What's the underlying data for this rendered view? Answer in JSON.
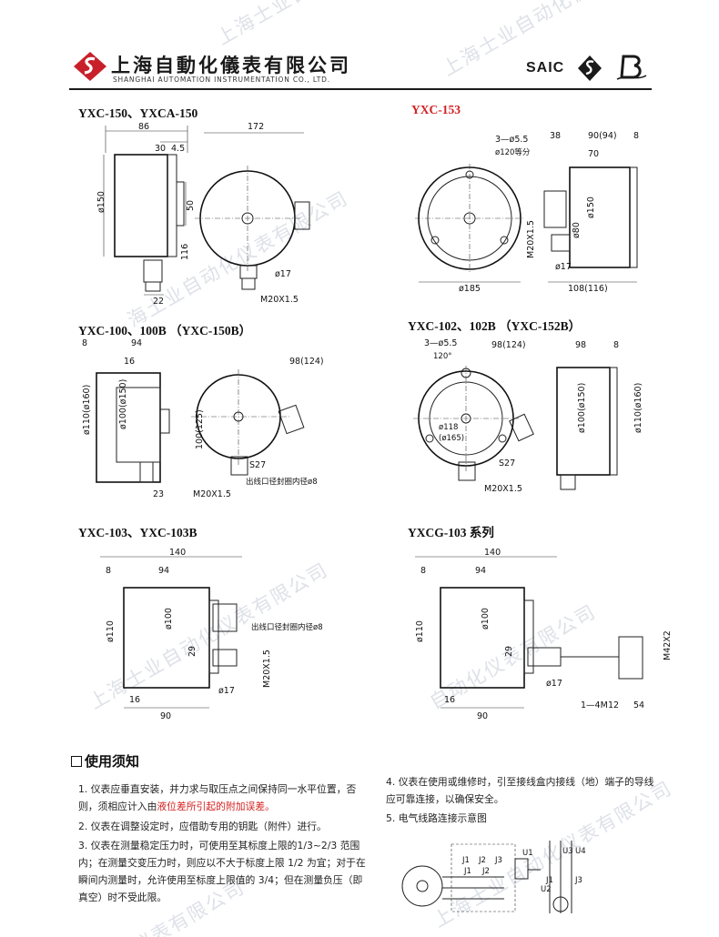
{
  "header": {
    "company_cn": "上海自動化儀表有限公司",
    "company_en": "SHANGHAI AUTOMATION INSTRUMENTATION CO., LTD.",
    "brand": "SAIC"
  },
  "watermarks": [
    "上海士业自动化仪",
    "上海士业自动化仪",
    "海土业自动化仪表有限公司",
    "上海士业自动化仪表有限公司",
    "自动化仪表有限公司",
    "上海士业自动化仪表有限公司",
    "化仪表有限公司"
  ],
  "models": {
    "m1": "YXC-150、YXCA-150",
    "m2": "YXC-153",
    "m3": "YXC-100、100B （YXC-150B）",
    "m4": "YXC-102、102B （YXC-152B）",
    "m5": "YXC-103、YXC-103B",
    "m6": "YXCG-103 系列"
  },
  "dims": {
    "d1": {
      "w86": "86",
      "w30": "30",
      "w45": "4.5",
      "w172": "172",
      "dia150": "ø150",
      "h50": "50",
      "h116": "116",
      "dia17": "ø17",
      "thread": "M20X1.5",
      "w22": "22"
    },
    "d2": {
      "holes": "3—ø5.5",
      "pcd": "ø120等分",
      "dia185": "ø185",
      "thread": "M20X1.5",
      "w38": "38",
      "w90": "90(94)",
      "w8": "8",
      "w70": "70",
      "dia150": "ø150",
      "dia80": "ø80",
      "dia17": "ø17",
      "w108": "108(116)"
    },
    "d3": {
      "w8": "8",
      "w94": "94",
      "w16": "16",
      "w98": "98(124)",
      "dia110": "ø110(ø160)",
      "dia100": "ø100(ø150)",
      "h100": "100(125)",
      "s27": "S27",
      "thread": "M20X1.5",
      "w23": "23",
      "note": "出线口径封圈内径ø8"
    },
    "d4": {
      "holes": "3—ø5.5",
      "deg": "120°",
      "w98": "98(124)",
      "dia118": "ø118",
      "dia165": "(ø165)",
      "s27": "S27",
      "thread": "M20X1.5",
      "w98b": "98",
      "w8": "8",
      "dia100": "ø100(ø150)",
      "dia110": "ø110(ø160)"
    },
    "d5": {
      "w140": "140",
      "w8": "8",
      "w94": "94",
      "dia110": "ø110",
      "dia100": "ø100",
      "h29": "29",
      "dia17": "ø17",
      "note": "出线口径封圈内径ø8",
      "thread": "M20X1.5",
      "w16": "16",
      "w90": "90"
    },
    "d6": {
      "w140": "140",
      "w8": "8",
      "w94": "94",
      "dia110": "ø110",
      "dia100": "ø100",
      "h29": "29",
      "dia17": "ø17",
      "w16": "16",
      "w90": "90",
      "len": "1—4M",
      "w12": "12",
      "w54": "54",
      "thread": "M42X2"
    }
  },
  "notes": {
    "title": "使用须知",
    "n1a": "1. 仪表应垂直安装，并力求与取压点之间保持同一水平位置，否则，须相应计入由",
    "n1b": "液位差所引起的附加误差。",
    "n2": "2. 仪表在调整设定时，应借助专用的钥匙（附件）进行。",
    "n3": "3. 仪表在测量稳定压力时，可使用至其标度上限的1/3~2/3 范围内；在测量交变压力时，则应以不大于标度上限 1/2 为宜；对于在瞬间内测量时，允许使用至标度上限值的 3/4；但在测量负压（即真空）时不受此限。",
    "n4": "4. 仪表在使用或维修时，引至接线盒内接线（地）端子的导线应可靠连接，以确保安全。",
    "n5": "5. 电气线路连接示意图"
  },
  "wiring": {
    "labels": [
      "J1",
      "J2",
      "J3",
      "J1",
      "J2",
      "U1",
      "U2",
      "U3",
      "U4",
      "J1",
      "J3"
    ]
  }
}
